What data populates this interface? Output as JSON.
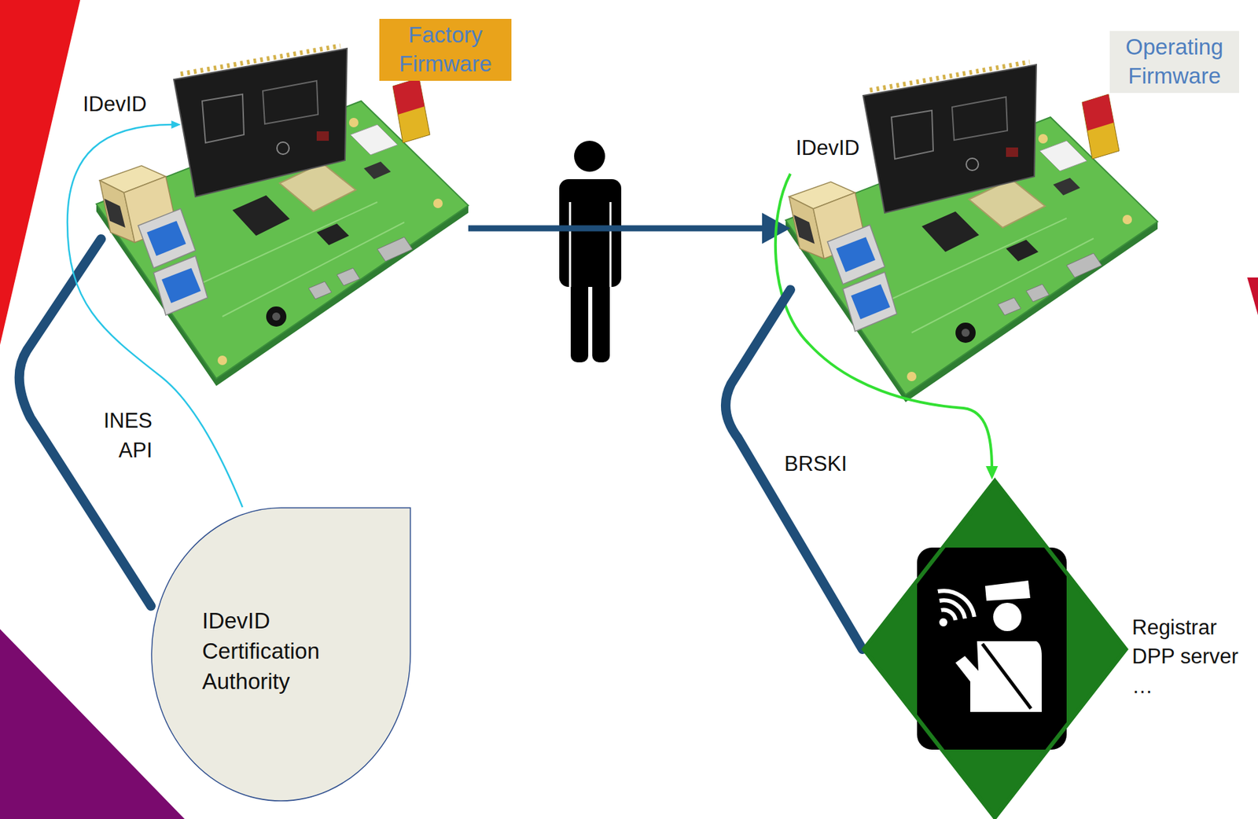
{
  "diagram": {
    "nodes": [
      {
        "text": [
          "Factory Firmware"
        ]
      },
      {
        "text": [
          "IDevID"
        ]
      },
      {
        "text": [
          "IDevID Certification Authority"
        ]
      },
      {
        "text": [
          "Operating Firmware"
        ]
      },
      {
        "text": [
          "IDevID"
        ]
      },
      {
        "text": [
          "Registrar DPP server …"
        ]
      }
    ],
    "edges": [
      {
        "from": 1,
        "to": 2,
        "label": "INES API",
        "arrow": "none"
      },
      {
        "from": 2,
        "to": 1,
        "arrow": "to"
      },
      {
        "from": 1,
        "to": 4,
        "arrow": "to"
      },
      {
        "from": 4,
        "to": 5,
        "arrow": "to"
      },
      {
        "from": 4,
        "to": 5,
        "label": "BRSKI",
        "arrow": "none"
      }
    ]
  }
}
